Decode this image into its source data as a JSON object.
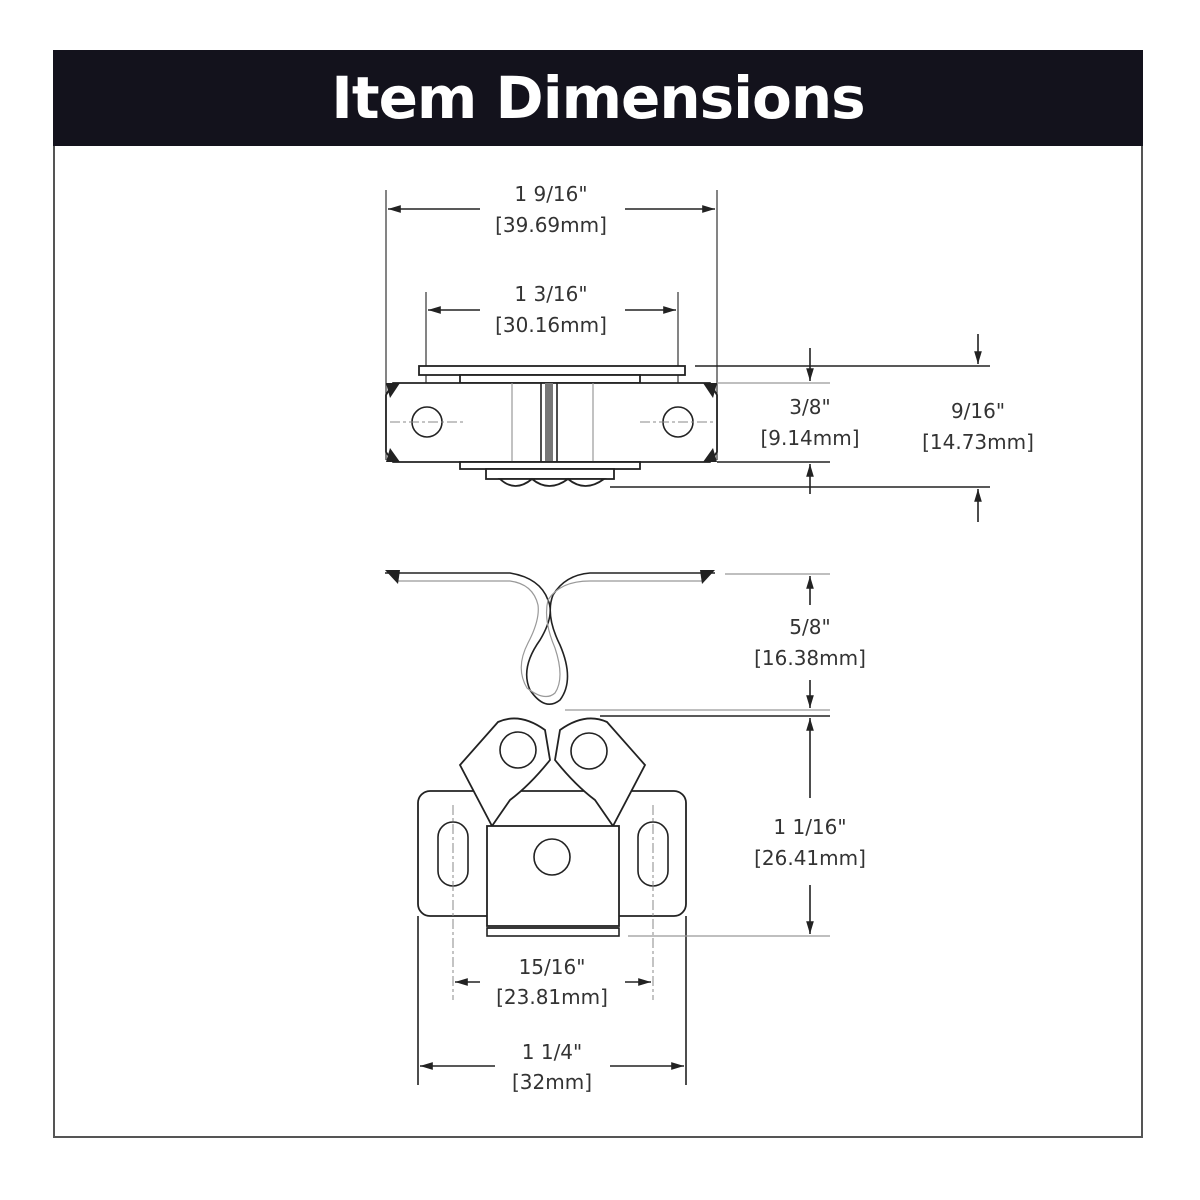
{
  "header": {
    "title": "Item Dimensions"
  },
  "colors": {
    "banner_background": "#13121c",
    "banner_text": "#ffffff",
    "line": "#222222"
  },
  "dimensions": {
    "top_overall_width": {
      "imperial": "1 9/16\"",
      "metric": "[39.69mm]"
    },
    "top_hole_spacing": {
      "imperial": "1 3/16\"",
      "metric": "[30.16mm]"
    },
    "body_height": {
      "imperial": "3/8\"",
      "metric": "[9.14mm]"
    },
    "overall_height": {
      "imperial": "9/16\"",
      "metric": "[14.73mm]"
    },
    "strike_depth": {
      "imperial": "5/8\"",
      "metric": "[16.38mm]"
    },
    "catch_height": {
      "imperial": "1 1/16\"",
      "metric": "[26.41mm]"
    },
    "slot_spacing": {
      "imperial": "15/16\"",
      "metric": "[23.81mm]"
    },
    "base_width": {
      "imperial": "1 1/4\"",
      "metric": "[32mm]"
    }
  }
}
